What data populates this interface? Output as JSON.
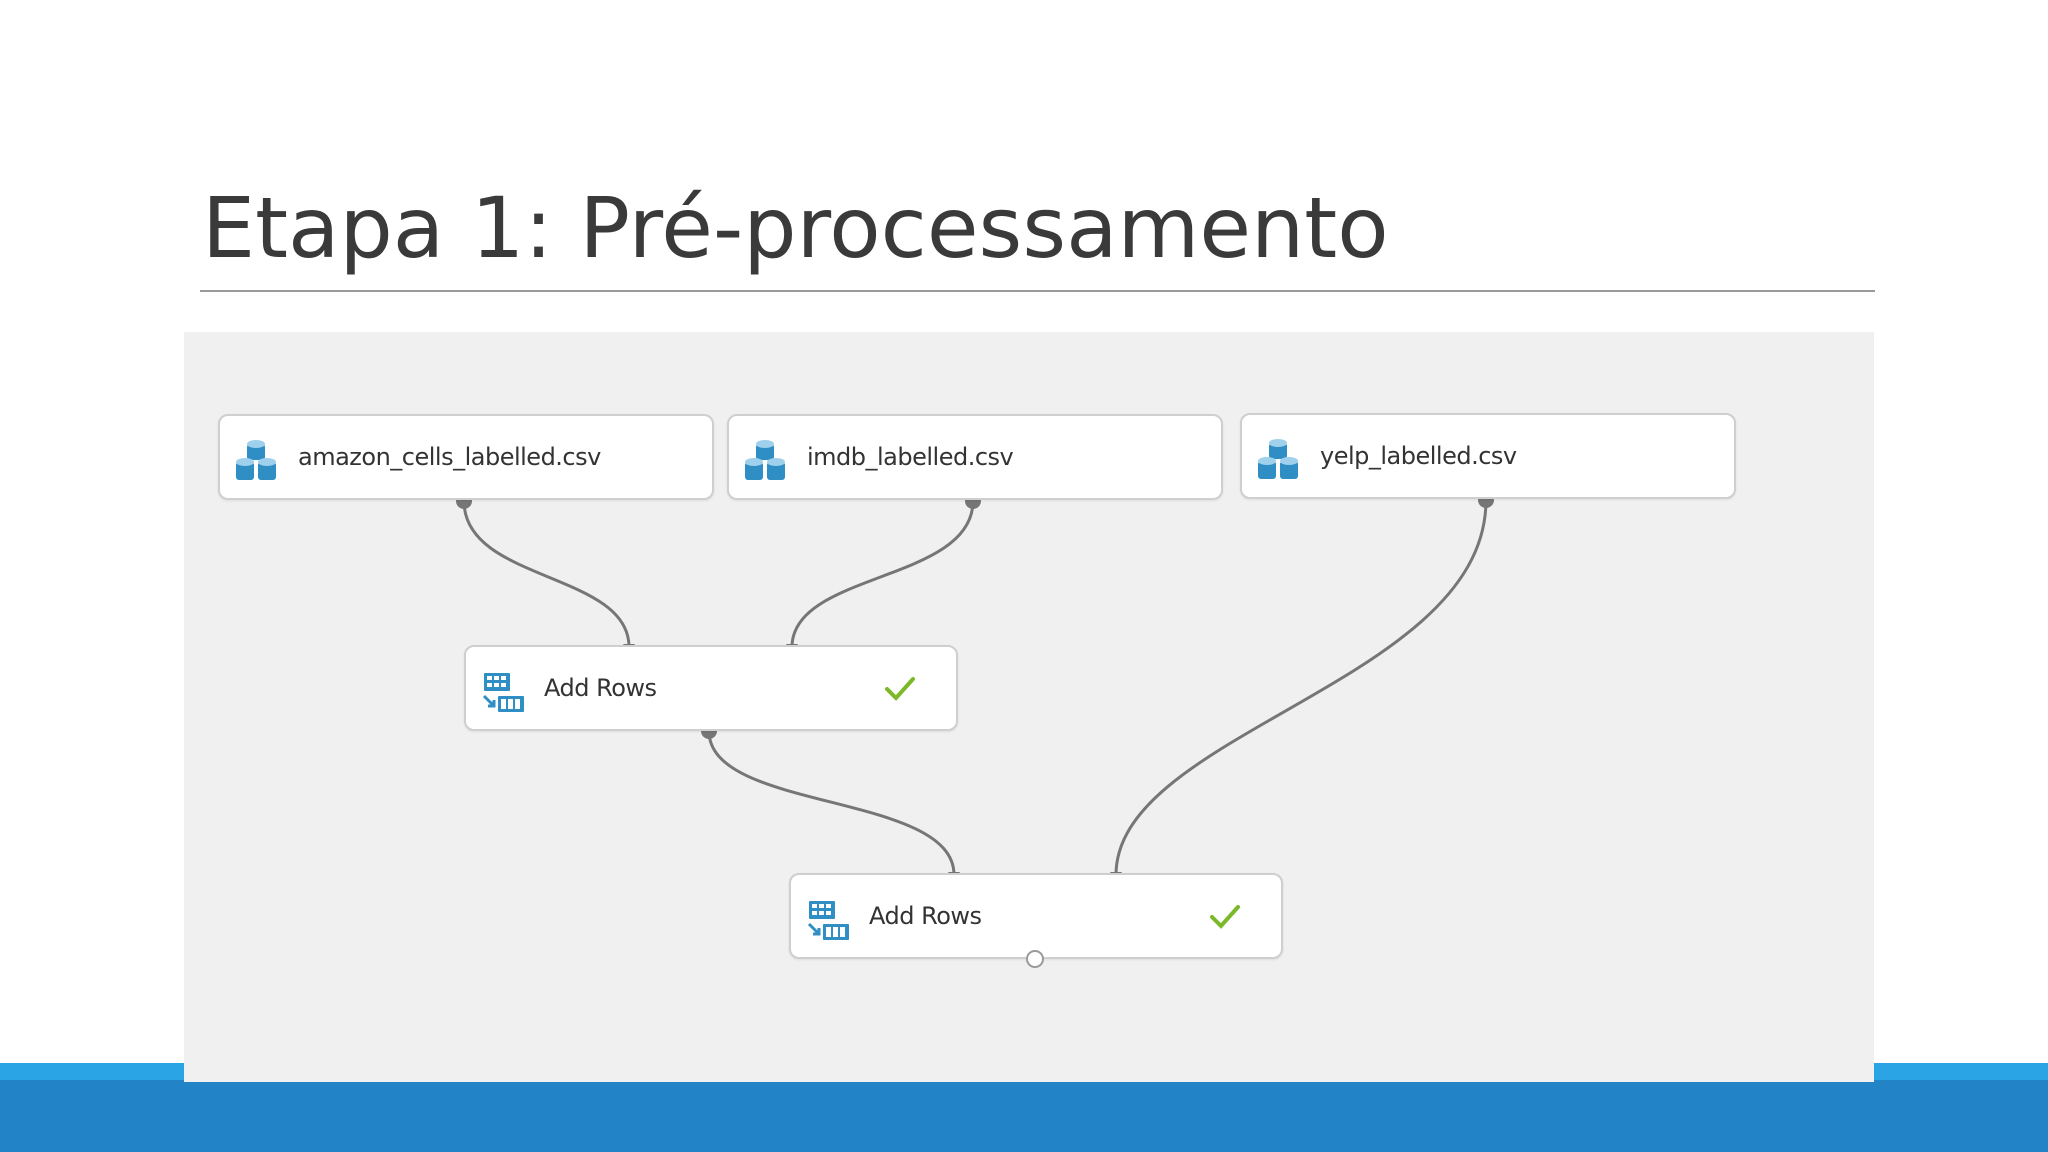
{
  "slide": {
    "title": "Etapa 1: Pré-processamento"
  },
  "experiment": {
    "modules": [
      {
        "id": "dataset-amazon",
        "label": "amazon_cells_labelled.csv",
        "icon": "dataset-icon"
      },
      {
        "id": "dataset-imdb",
        "label": "imdb_labelled.csv",
        "icon": "dataset-icon"
      },
      {
        "id": "dataset-yelp",
        "label": "yelp_labelled.csv",
        "icon": "dataset-icon"
      },
      {
        "id": "add-rows-1",
        "label": "Add Rows",
        "icon": "add-rows-icon",
        "status": "completed"
      },
      {
        "id": "add-rows-2",
        "label": "Add Rows",
        "icon": "add-rows-icon",
        "status": "completed"
      }
    ],
    "connections": [
      {
        "from": "dataset-amazon",
        "to": "add-rows-1"
      },
      {
        "from": "dataset-imdb",
        "to": "add-rows-1"
      },
      {
        "from": "add-rows-1",
        "to": "add-rows-2"
      },
      {
        "from": "dataset-yelp",
        "to": "add-rows-2"
      }
    ]
  },
  "colors": {
    "accent": "#2383c7",
    "accent_light": "#2ba4e6",
    "icon_blue": "#2f8fc4",
    "check_green": "#7cb928",
    "connector": "#767676"
  }
}
